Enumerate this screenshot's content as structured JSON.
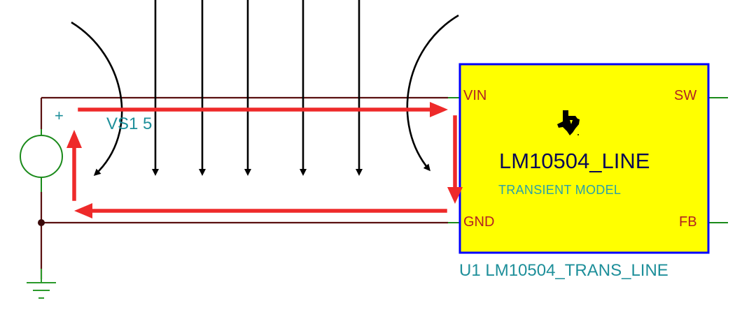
{
  "source": {
    "ref_label": "VS1 5",
    "plus_sign": "+"
  },
  "part": {
    "name": "LM10504_LINE",
    "model_label": "TRANSIENT MODEL",
    "ref_label": "U1 LM10504_TRANS_LINE",
    "logo_icon": "ti-texas-logo-icon",
    "fill_color": "#ffff00",
    "border_color": "#0000ff",
    "pins": {
      "vin": "VIN",
      "sw": "SW",
      "gnd": "GND",
      "fb": "FB"
    }
  },
  "colors": {
    "wire": "#5a1010",
    "pin_wire": "#1a8a1a",
    "current_arrow": "#ee2a2a",
    "field_line": "#000000",
    "label": "#1e8f9a",
    "pin_label": "#b22222"
  }
}
